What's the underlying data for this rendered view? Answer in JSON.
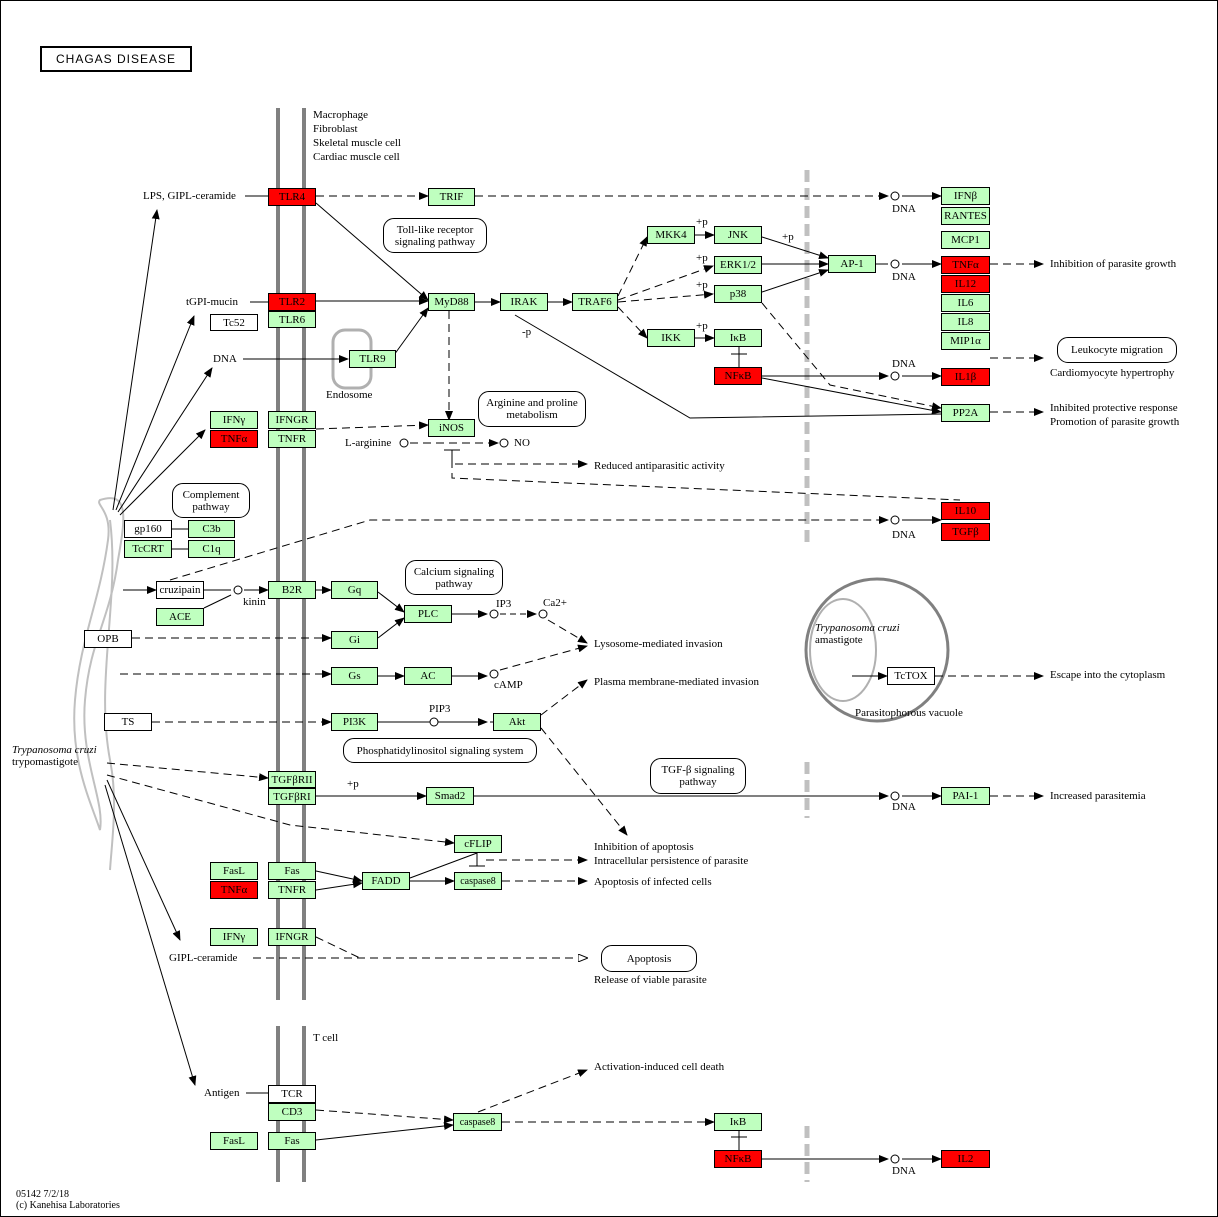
{
  "title": "CHAGAS  DISEASE",
  "footer": {
    "id_date": "05142 7/2/18",
    "copyright": "(c) Kanehisa Laboratories"
  },
  "colors": {
    "green_node": "#bfffbf",
    "red_node": "#ff0000",
    "membrane": "#808080",
    "nucleus": "#c0c0c0"
  },
  "cell_types": {
    "line1": "Macrophage",
    "line2": "Fibroblast",
    "line3": "Skeletal muscle cell",
    "line4": "Cardiac muscle cell",
    "tcell": "T cell"
  },
  "nodes": {
    "tlr4": "TLR4",
    "trif": "TRIF",
    "tlr2": "TLR2",
    "tc52": "Tc52",
    "tlr6": "TLR6",
    "tlr9": "TLR9",
    "myd88": "MyD88",
    "irak": "IRAK",
    "traf6": "TRAF6",
    "mkk4": "MKK4",
    "jnk": "JNK",
    "erk": "ERK1/2",
    "p38": "p38",
    "ap1": "AP-1",
    "ikk": "IKK",
    "ikb": "IκB",
    "nfkb": "NFκB",
    "pp2a": "PP2A",
    "ifnb": "IFNβ",
    "rantes": "RANTES",
    "mcp1": "MCP1",
    "tnfa_out": "TNFα",
    "il12": "IL12",
    "il6": "IL6",
    "il8": "IL8",
    "mip1a": "MIP1α",
    "il1b": "IL1β",
    "ifng1": "IFNγ",
    "ifngr1": "IFNGR",
    "tnfa1": "TNFα",
    "tnfr1": "TNFR",
    "inos": "iNOS",
    "il10": "IL10",
    "tgfb": "TGFβ",
    "gp160": "gp160",
    "c3b": "C3b",
    "tccrt": "TcCRT",
    "c1q": "C1q",
    "cruzipain": "cruzipain",
    "b2r": "B2R",
    "gq": "Gq",
    "ace": "ACE",
    "plc": "PLC",
    "opb": "OPB",
    "gi": "Gi",
    "gs": "Gs",
    "ac": "AC",
    "ts": "TS",
    "pi3k": "PI3K",
    "akt": "Akt",
    "tgfbr2": "TGFβRII",
    "tgfbr1": "TGFβRI",
    "smad2": "Smad2",
    "pai1": "PAI-1",
    "cflip": "cFLIP",
    "fasl1": "FasL",
    "fas1": "Fas",
    "tnfa2": "TNFα",
    "tnfr2": "TNFR",
    "fadd": "FADD",
    "casp8a": "caspase8",
    "ifng2": "IFNγ",
    "ifngr2": "IFNGR",
    "tctox": "TcTOX",
    "tcr": "TCR",
    "cd3": "CD3",
    "fasl2": "FasL",
    "fas2": "Fas",
    "casp8b": "caspase8",
    "ikb2": "IκB",
    "nfkb2": "NFκB",
    "il2": "IL2"
  },
  "labels": {
    "lps": "LPS, GIPL-ceramide",
    "tgpi": "tGPI-mucin",
    "dna_left": "DNA",
    "endosome": "Endosome",
    "dna1": "DNA",
    "dna2": "DNA",
    "dna3": "DNA",
    "dna4": "DNA",
    "dna5": "DNA",
    "dna6": "DNA",
    "p_mkk4": "+p",
    "p_jnk": "+p",
    "p_erk": "+p",
    "p_p38": "+p",
    "p_ikb": "+p",
    "minus_p": "-p",
    "p_smad": "+p",
    "larg": "L-arginine",
    "no": "NO",
    "kinin": "kinin",
    "ip3": "IP3",
    "ca2": "Ca2+",
    "camp": "cAMP",
    "pip3": "PIP3",
    "inhib_parasite": "Inhibition of parasite growth",
    "cardio": "Cardiomyocyte hypertrophy",
    "inhib_protect": "Inhibited protective response",
    "promo_parasite": "Promotion of parasite growth",
    "reduced_anti": "Reduced antiparasitic activity",
    "lyso_inv": "Lysosome-mediated invasion",
    "plasma_inv": "Plasma membrane-mediated invasion",
    "escape": "Escape into the cytoplasm",
    "inc_parasitemia": "Increased parasitemia",
    "inhib_apop": "Inhibition of apoptosis",
    "intracell": "Intracellular persistence of parasite",
    "apop_inf": "Apoptosis of infected cells",
    "gipl": "GIPL-ceramide",
    "release": "Release of viable parasite",
    "antigen": "Antigen",
    "aicd": "Activation-induced cell death",
    "tcruzi1": "Trypanosoma cruzi",
    "trypo": "trypomastigote",
    "tcruzi2": "Trypanosoma cruzi",
    "amastigote": "amastigote",
    "vacuole": "Parasitophorous vacuole"
  },
  "pathways": {
    "tlr": "Toll-like receptor signaling pathway",
    "arg": "Arginine and proline metabolism",
    "complement": "Complement pathway",
    "calcium": "Calcium  signaling pathway",
    "pi3k": "Phosphatidylinositol signaling system",
    "tgfb": "TGF-β signaling pathway",
    "leuko": "Leukocyte migration",
    "apoptosis": "Apoptosis"
  }
}
